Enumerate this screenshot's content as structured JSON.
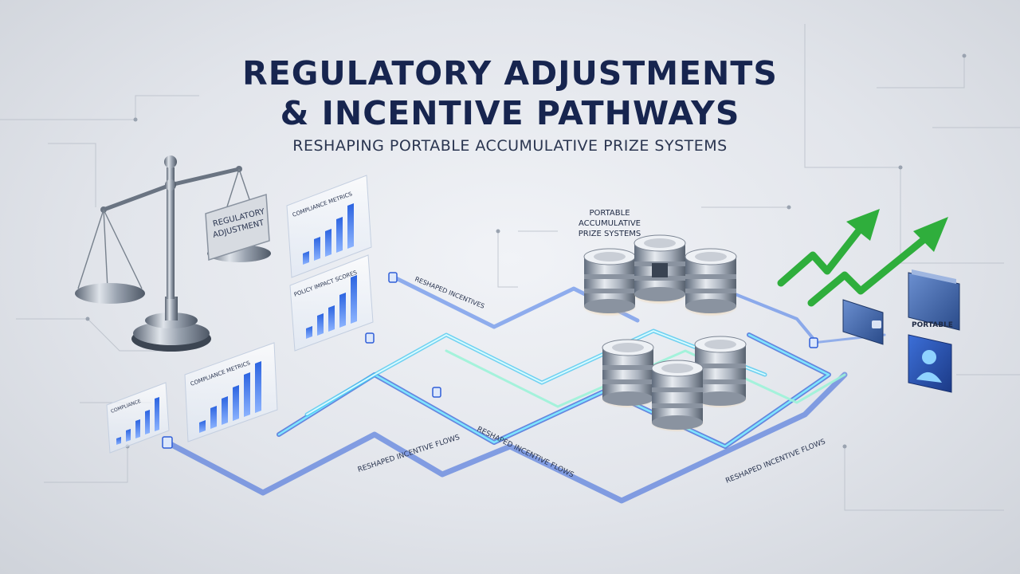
{
  "header": {
    "title_line_1": "REGULATORY ADJUSTMENTS",
    "title_line_2": "& INCENTIVE PATHWAYS",
    "subtitle": "RESHAPING PORTABLE ACCUMULATIVE PRIZE SYSTEMS"
  },
  "scale": {
    "sign_line_1": "REGULATORY",
    "sign_line_2": "ADJUSTMENT"
  },
  "panels": {
    "compliance_metrics_top": "COMPLIANCE METRICS",
    "policy_impact_scores": "POLICY IMPACT SCORES",
    "compliance_metrics_front": "COMPLIANCE METRICS",
    "small_metrics": "COMPLIANCE"
  },
  "center": {
    "label_line_1": "PORTABLE",
    "label_line_2": "ACCUMULATIVE",
    "label_line_3": "PRIZE SYSTEMS"
  },
  "flows": {
    "upper_label": "RESHAPED INCENTIVES",
    "label_1": "RESHAPED INCENTIVE FLOWS",
    "label_2": "RESHAPED INCENTIVE FLOWS",
    "label_3": "RESHAPED INCENTIVE FLOWS"
  },
  "right": {
    "portable_label": "PORTABLE"
  },
  "colors": {
    "title": "#17254f",
    "flow_blue": "#2f5ed8",
    "flow_cyan": "#7fe6ff",
    "growth_green": "#2fae3c",
    "bar_blue": "#2b63e0"
  },
  "icons": [
    "scale-icon",
    "database-icon",
    "wallet-icon",
    "user-icon",
    "arrow-up-icon"
  ]
}
